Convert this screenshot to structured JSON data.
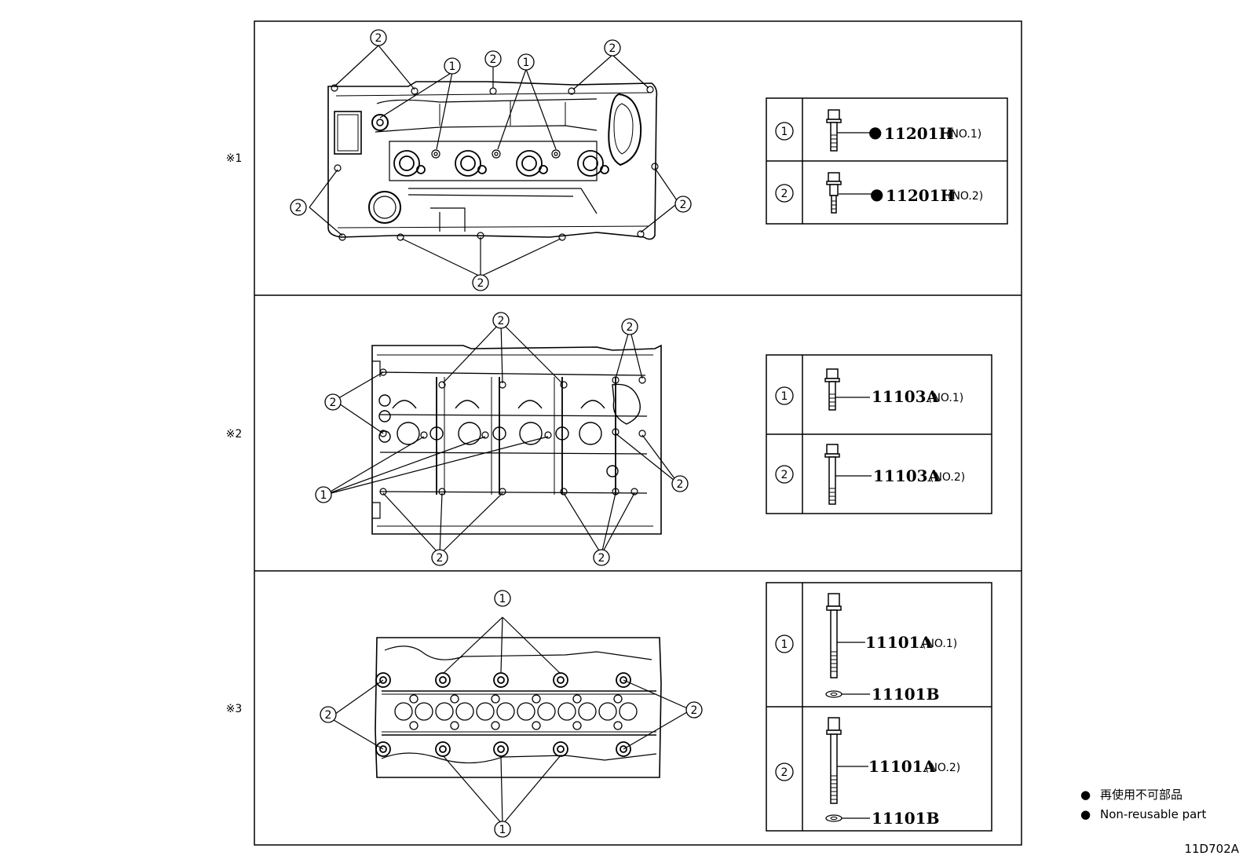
{
  "sections": [
    {
      "label": "※1",
      "rows": [
        {
          "callout": "1",
          "marker": "●",
          "part": "11201H",
          "sub": "(NO.1)"
        },
        {
          "callout": "2",
          "marker": "●",
          "part": "11201H",
          "sub": "(NO.2)"
        }
      ]
    },
    {
      "label": "※2",
      "rows": [
        {
          "callout": "1",
          "part": "11103A",
          "sub": "(NO.1)"
        },
        {
          "callout": "2",
          "part": "11103A",
          "sub": "(NO.2)"
        }
      ]
    },
    {
      "label": "※3",
      "rows": [
        {
          "callout": "1",
          "part": "11101A",
          "sub": "(NO.1)",
          "washer": "11101B"
        },
        {
          "callout": "2",
          "part": "11101A",
          "sub": "(NO.2)",
          "washer": "11101B"
        }
      ]
    }
  ],
  "callouts": {
    "one": "1",
    "two": "2"
  },
  "legend": {
    "marker": "●",
    "ja": "再使用不可部品",
    "en": "Non-reusable part"
  },
  "figure_code": "11D702A"
}
